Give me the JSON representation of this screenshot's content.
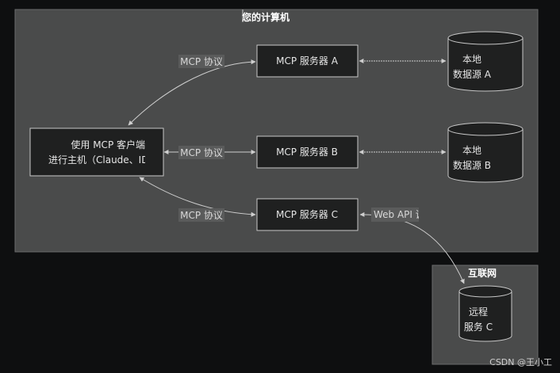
{
  "clusters": {
    "computer": {
      "title": "您的计算机"
    },
    "internet": {
      "title": "互联网"
    }
  },
  "nodes": {
    "host": {
      "line1": "使用 MCP 客户端",
      "line2": "进行主机（Claude、ID"
    },
    "server_a": {
      "label": "MCP 服务器 A"
    },
    "server_b": {
      "label": "MCP 服务器 B"
    },
    "server_c": {
      "label": "MCP 服务器 C"
    },
    "db_a": {
      "line1": "本地",
      "line2": "数据源 A"
    },
    "db_b": {
      "line1": "本地",
      "line2": "数据源 B"
    },
    "remote": {
      "line1": "远程",
      "line2": "服务 C"
    }
  },
  "edges": {
    "mcp_a": "MCP 协议",
    "mcp_b": "MCP 协议",
    "mcp_c": "MCP 协议",
    "web_api": "Web API 调"
  },
  "watermark": "CSDN @王小工"
}
